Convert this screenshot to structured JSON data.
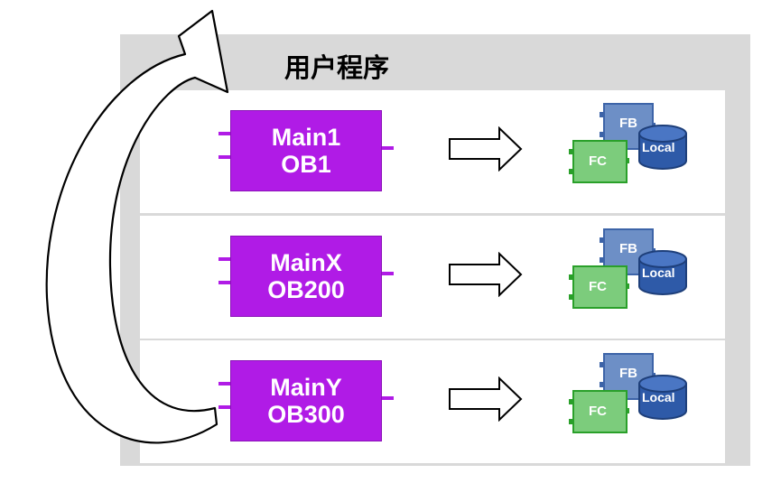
{
  "title": "用户程序",
  "rows": [
    {
      "name": "Main1",
      "ob": "OB1"
    },
    {
      "name": "MainX",
      "ob": "OB200"
    },
    {
      "name": "MainY",
      "ob": "OB300"
    }
  ],
  "blocks": {
    "fb": "FB",
    "fc": "FC",
    "local": "Local"
  },
  "colors": {
    "ob": "#b01be6",
    "fb": "#6d8fc6",
    "fc": "#7ccc7c",
    "local": "#2e5aa8",
    "frame": "#d9d9d9"
  }
}
